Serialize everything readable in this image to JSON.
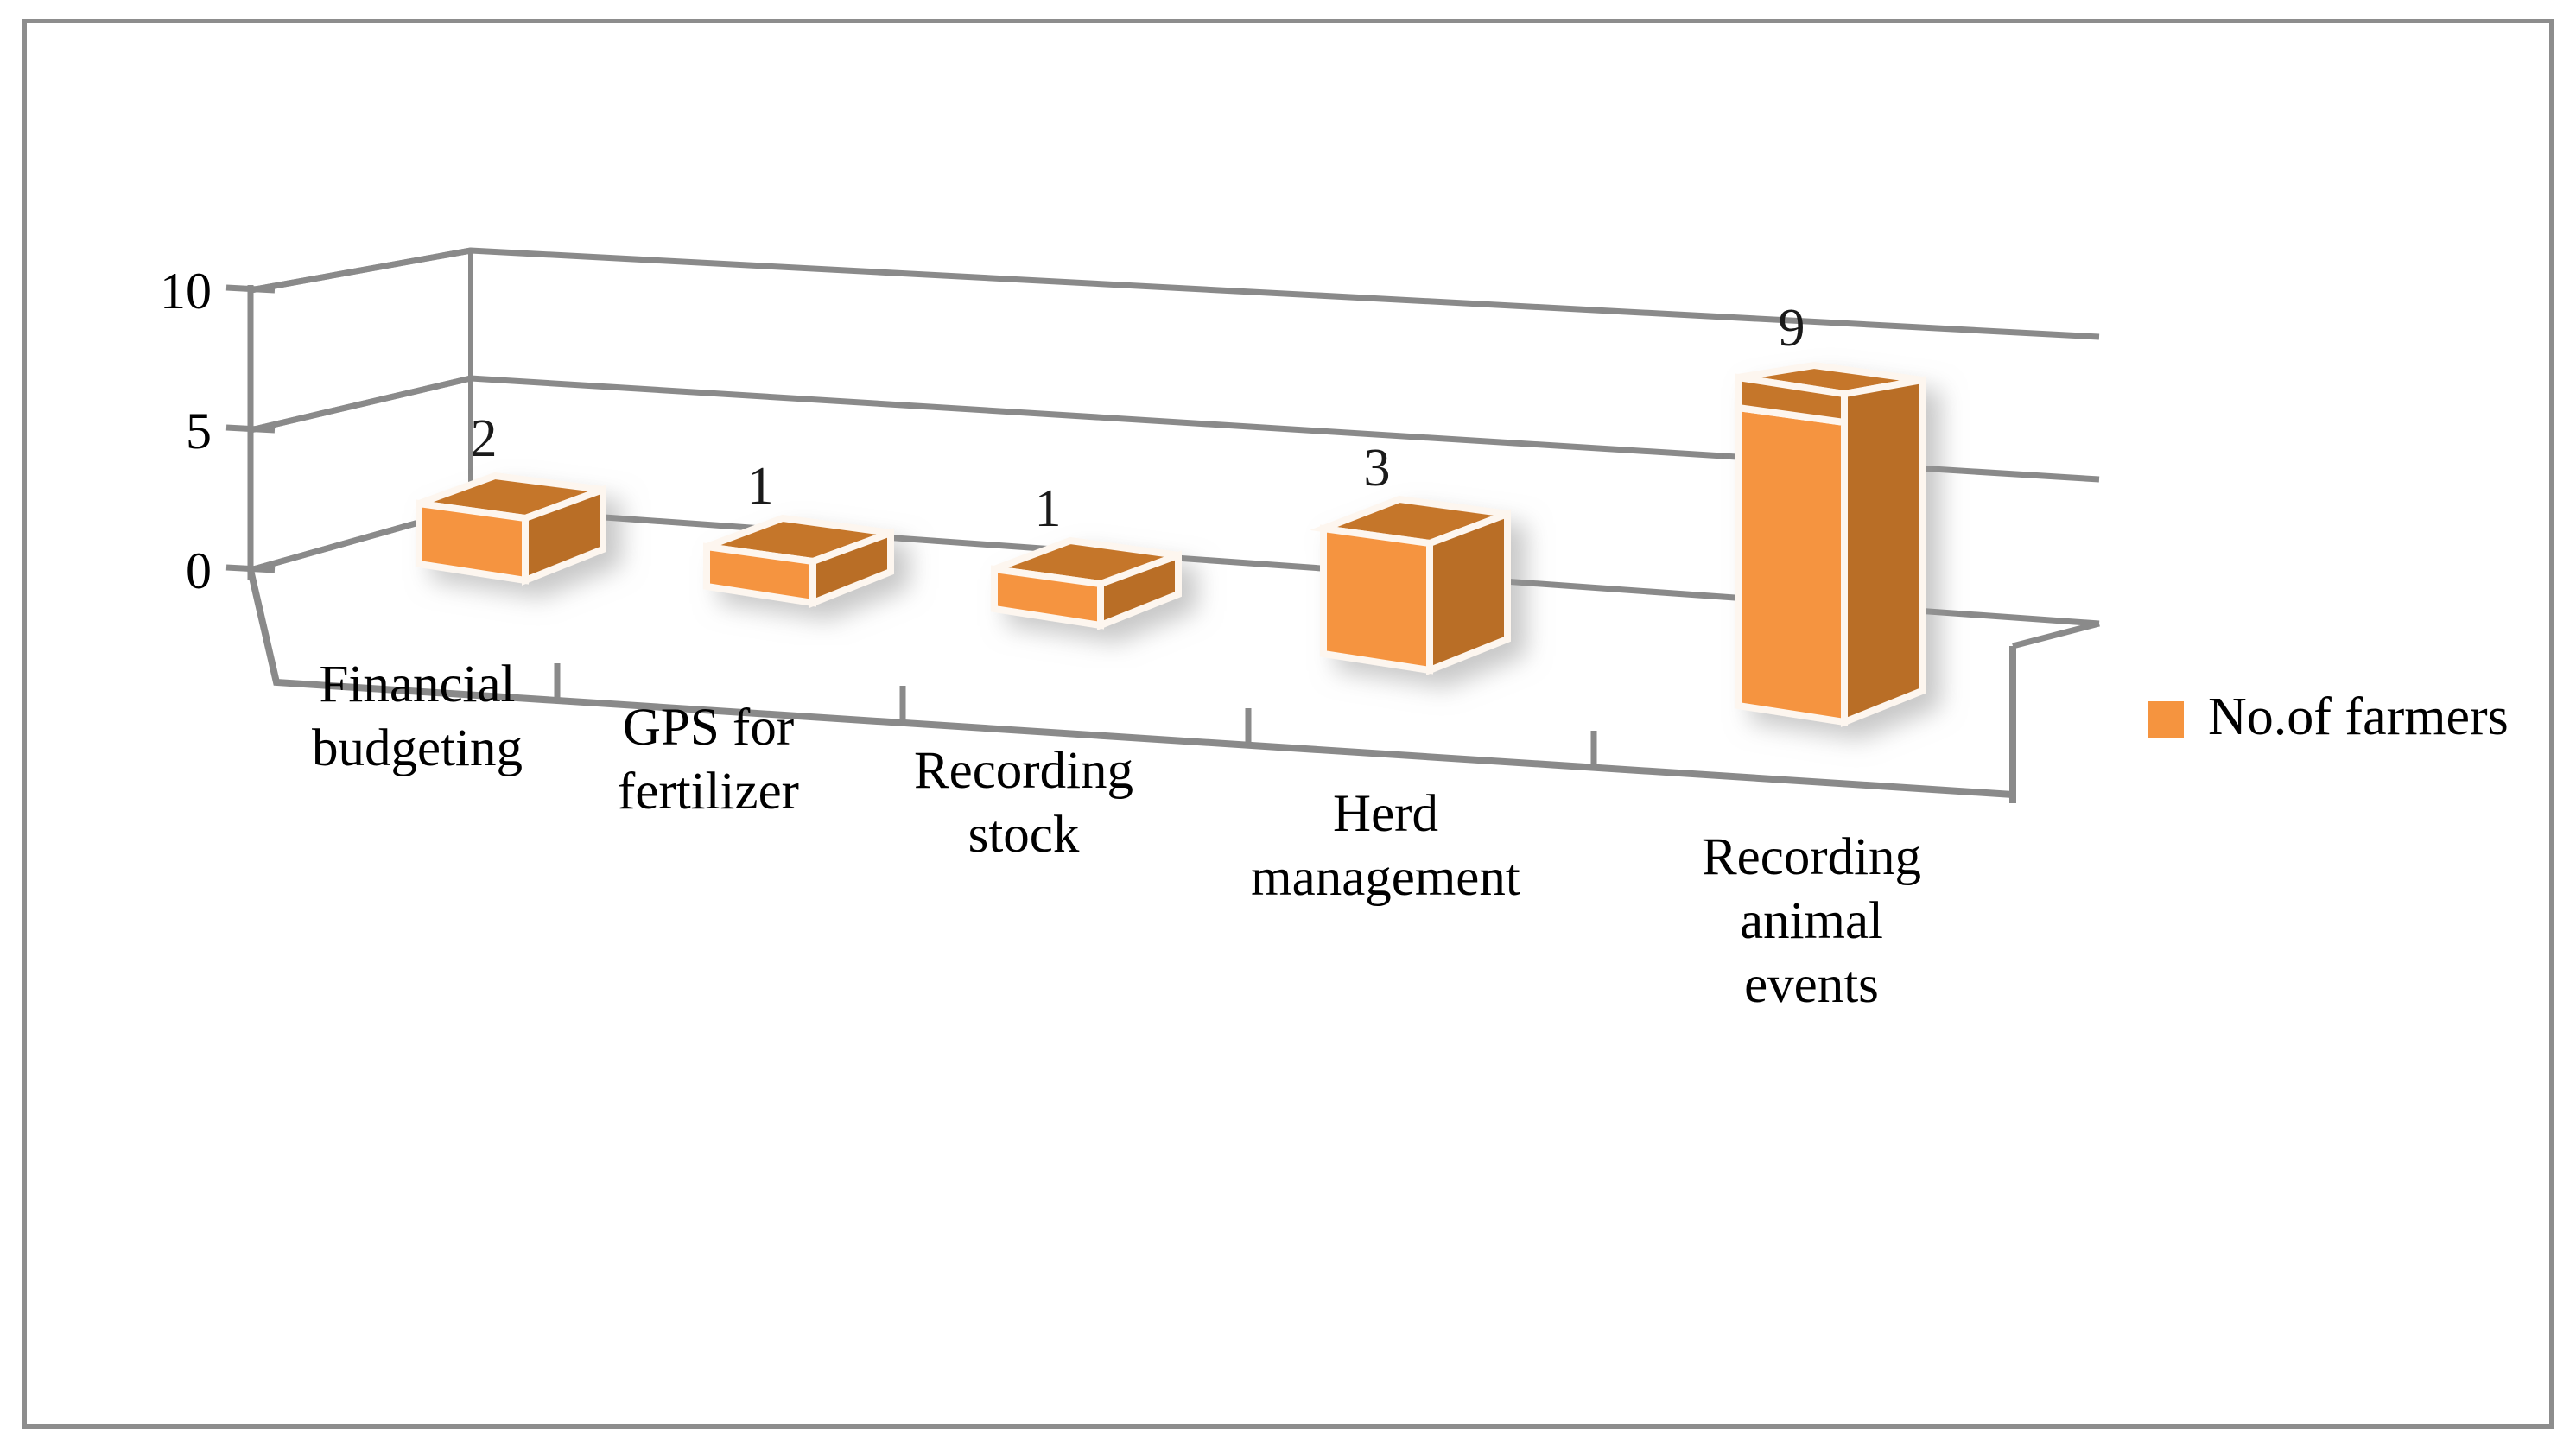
{
  "chart_data": {
    "type": "bar",
    "title": "",
    "subtitle": "",
    "xlabel": "",
    "ylabel": "",
    "categories": [
      "Financial budgeting",
      "GPS for fertilizer",
      "Recording stock",
      "Herd management",
      "Recording animal events"
    ],
    "category_lines": [
      [
        "Financial",
        "budgeting"
      ],
      [
        "GPS for",
        "fertilizer"
      ],
      [
        "Recording",
        "stock"
      ],
      [
        "Herd",
        "management"
      ],
      [
        "Recording",
        "animal",
        "events"
      ]
    ],
    "values": [
      2,
      1,
      1,
      3,
      9
    ],
    "data_labels": [
      "2",
      "1",
      "1",
      "3",
      "9"
    ],
    "series": [
      {
        "name": "No.of farmers",
        "values": [
          2,
          1,
          1,
          3,
          9
        ]
      }
    ],
    "ylim": [
      0,
      10
    ],
    "y_ticks": [
      0,
      5,
      10
    ],
    "y_tick_labels": [
      "0",
      "5",
      "10"
    ],
    "grid": true,
    "legend": {
      "position": "right",
      "entries": [
        {
          "label": "No.of farmers",
          "color": "#F5943F"
        }
      ]
    },
    "style": {
      "three_d": true,
      "bar_front_color": "#F5943F",
      "bar_top_color": "#C5762B",
      "bar_side_color": "#B96E28",
      "bar_edge_color": "#FDF6EF",
      "wall_line_color": "#808080",
      "axis_line_color": "#808080",
      "border_color": "#8D8D8D",
      "background_color": "#FFFFFF",
      "text_color": "#000000"
    }
  }
}
